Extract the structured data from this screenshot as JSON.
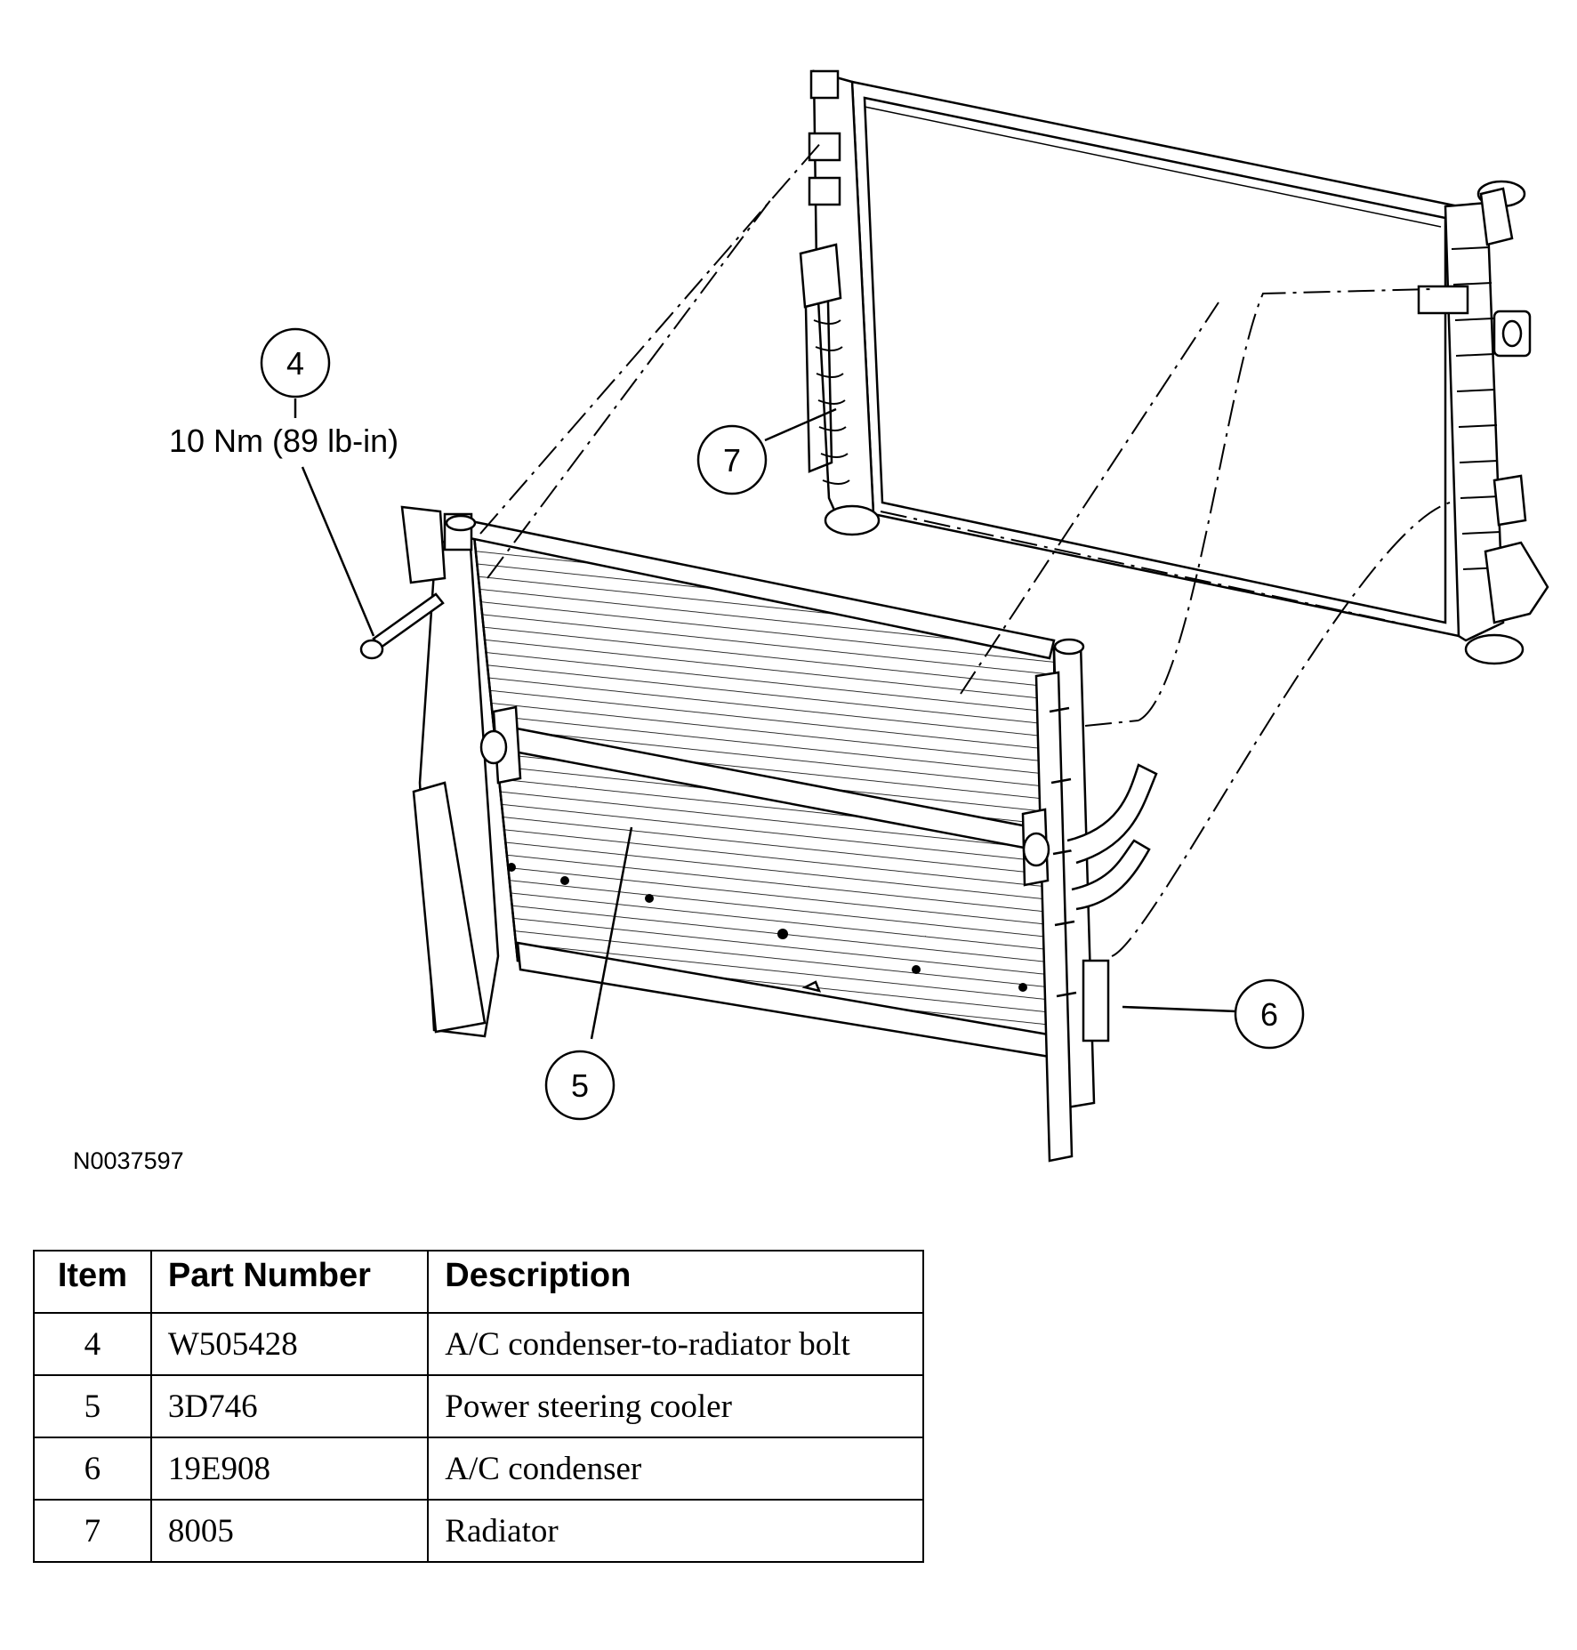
{
  "diagram": {
    "callouts": [
      {
        "id": "4",
        "label": "4"
      },
      {
        "id": "5",
        "label": "5"
      },
      {
        "id": "6",
        "label": "6"
      },
      {
        "id": "7",
        "label": "7"
      }
    ],
    "torque_spec": "10 Nm (89 lb-in)",
    "figure_id": "N0037597"
  },
  "table": {
    "headers": [
      "Item",
      "Part Number",
      "Description"
    ],
    "rows": [
      {
        "item": "4",
        "part_number": "W505428",
        "description": "A/C condenser-to-radiator bolt"
      },
      {
        "item": "5",
        "part_number": "3D746",
        "description": "Power steering cooler"
      },
      {
        "item": "6",
        "part_number": "19E908",
        "description": "A/C condenser"
      },
      {
        "item": "7",
        "part_number": "8005",
        "description": "Radiator"
      }
    ]
  }
}
